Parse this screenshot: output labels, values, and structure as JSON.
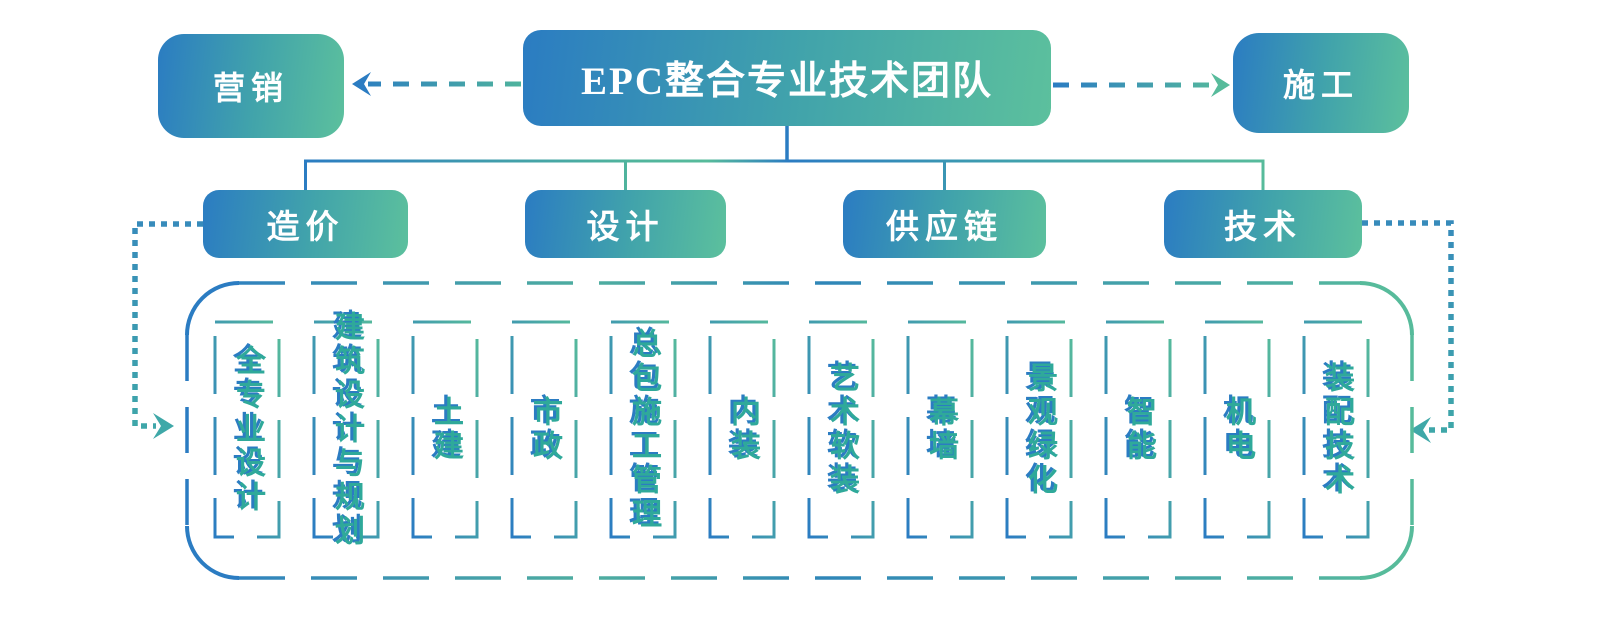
{
  "diagram": {
    "title": "EPC整合专业技术团队",
    "marketing": "营销",
    "construction": "施工",
    "branches": [
      {
        "label": "造价"
      },
      {
        "label": "设计"
      },
      {
        "label": "供应链"
      },
      {
        "label": "技术"
      }
    ],
    "specialties": [
      {
        "label": "全专业设计"
      },
      {
        "label": "建筑设计与规划"
      },
      {
        "label": "土建"
      },
      {
        "label": "市政"
      },
      {
        "label": "总包施工管理"
      },
      {
        "label": "内装"
      },
      {
        "label": "艺术软装"
      },
      {
        "label": "幕墙"
      },
      {
        "label": "景观绿化"
      },
      {
        "label": "智能"
      },
      {
        "label": "机电"
      },
      {
        "label": "装配技术"
      }
    ],
    "colors": {
      "blue": "#2b7cc2",
      "green": "#57bb9b",
      "teal": "#3b97b2",
      "item_text": "#2fa99a",
      "box_text": "#ffffff"
    }
  }
}
